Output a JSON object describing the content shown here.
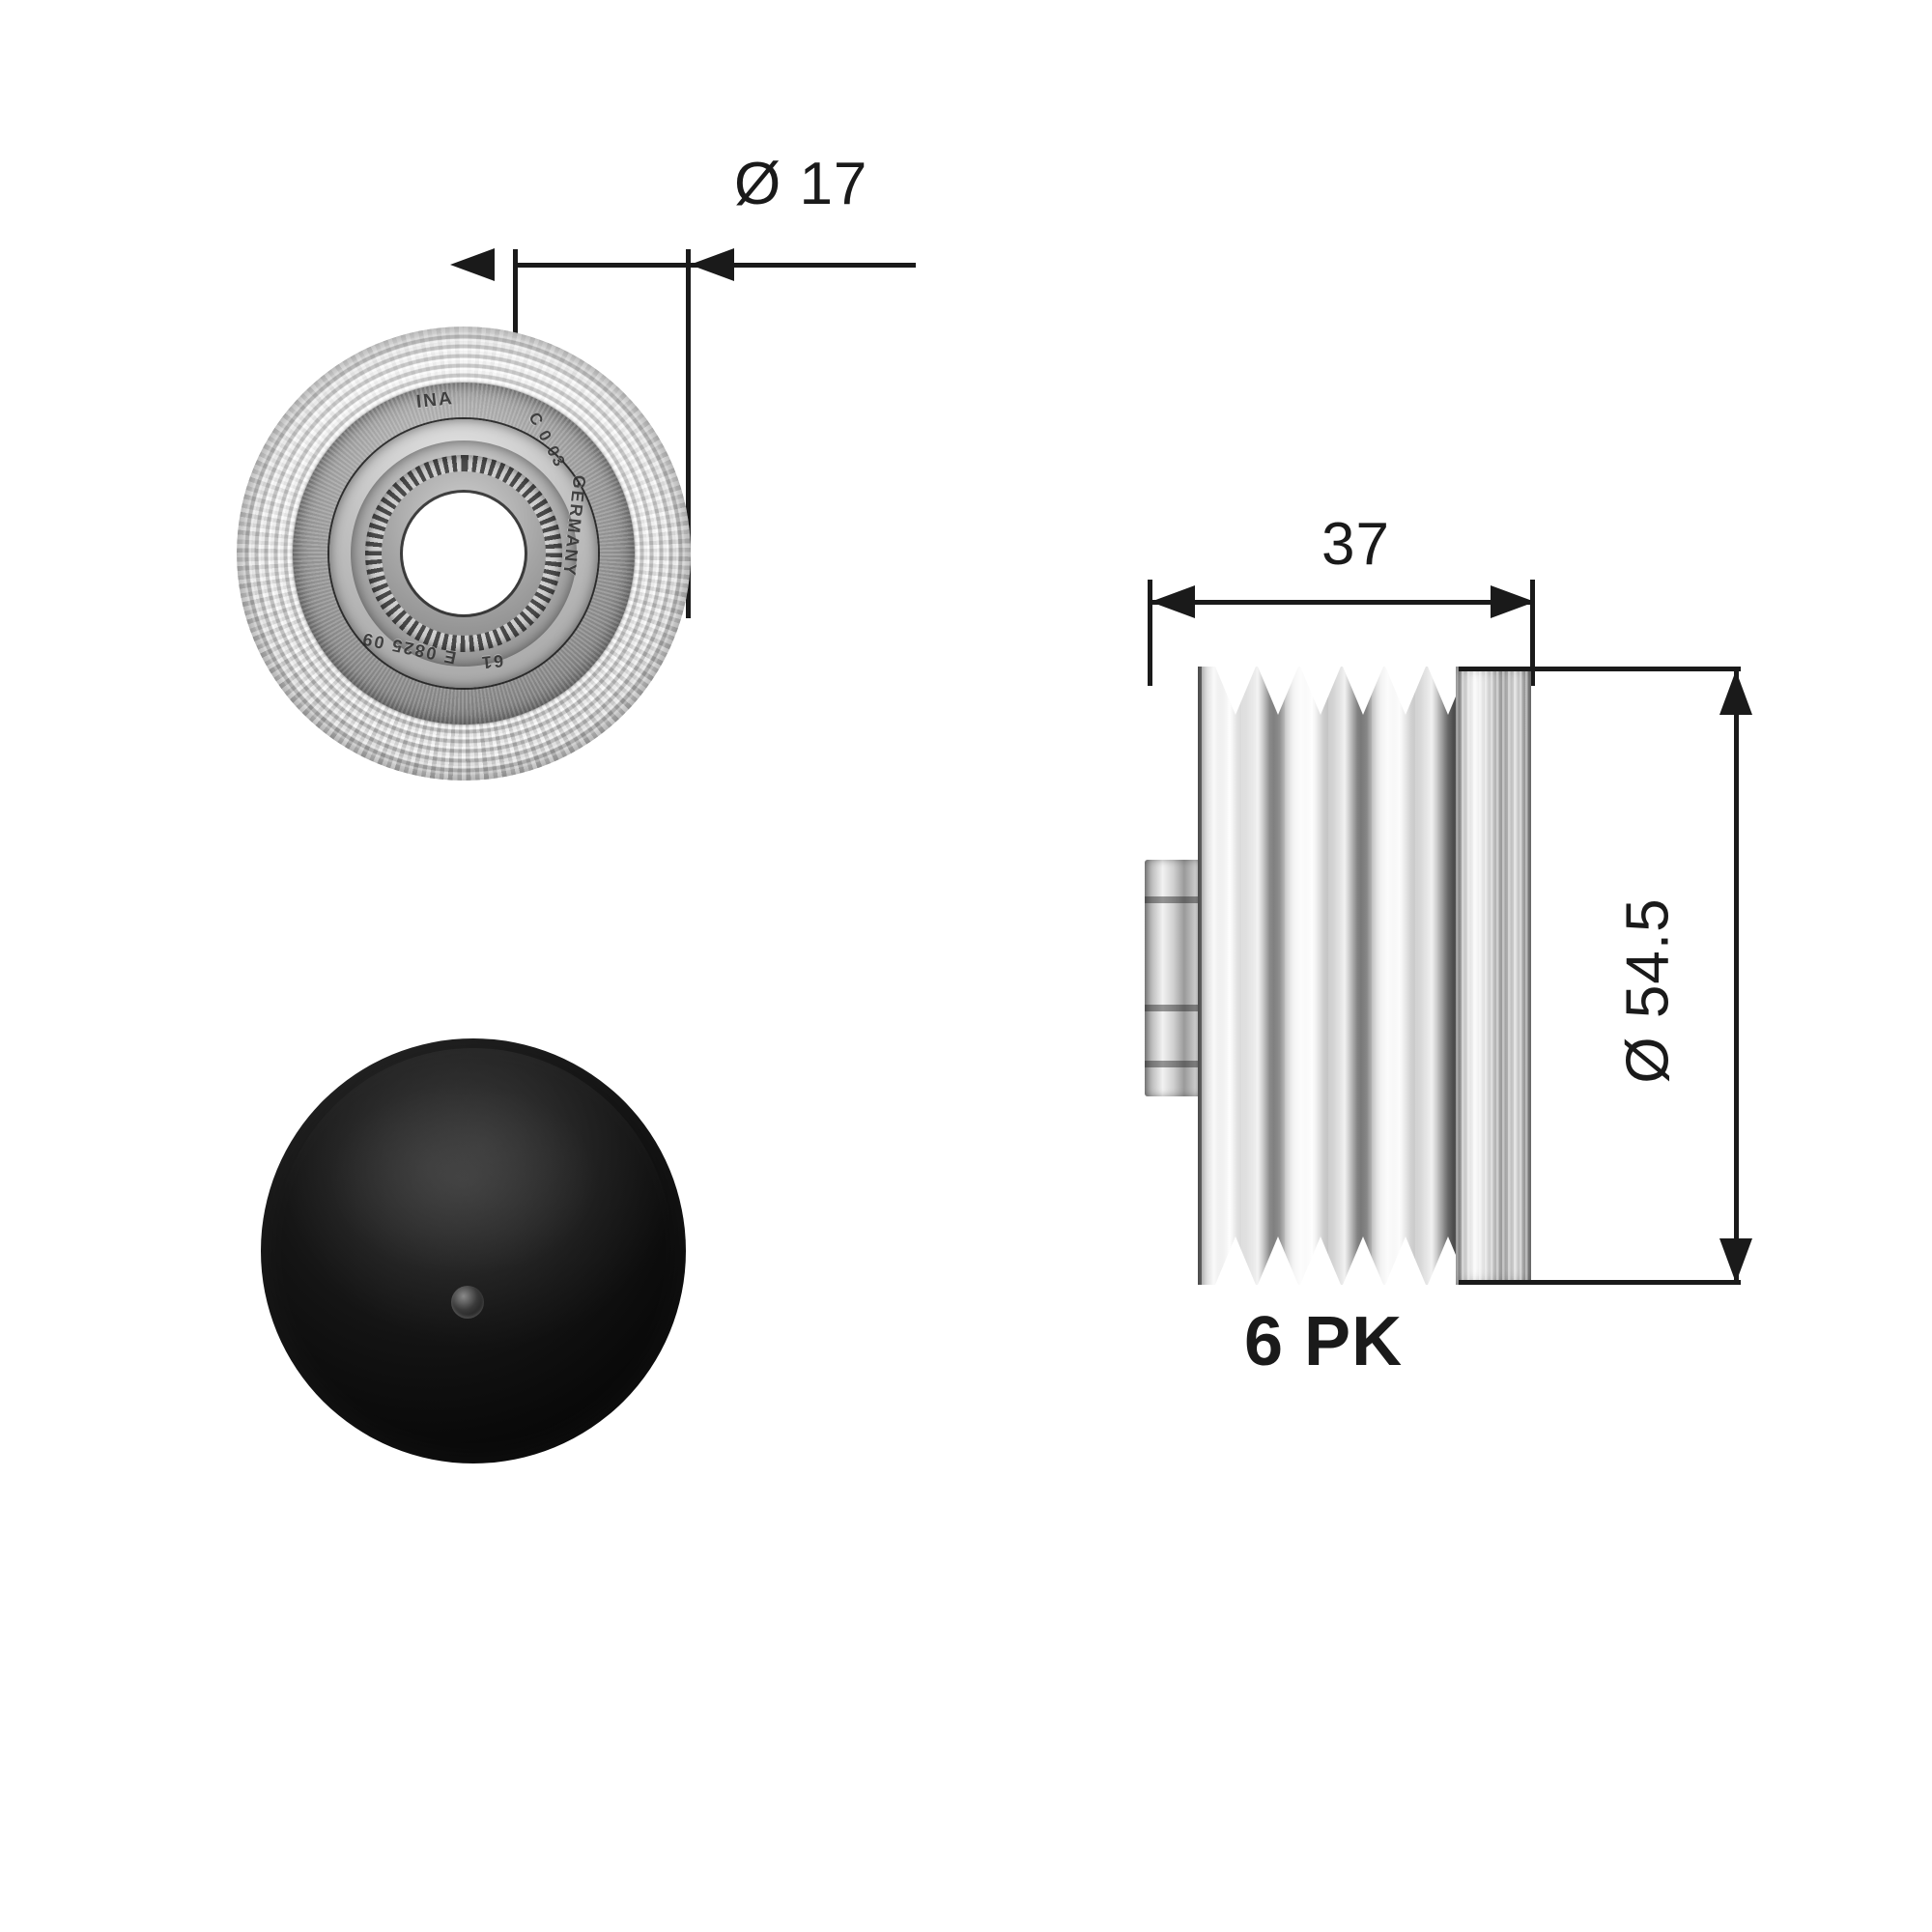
{
  "document": {
    "type": "technical-product-drawing",
    "subject": "alternator overrunning / freewheel pulley",
    "background_color": "#ffffff",
    "line_color": "#1a1a1a"
  },
  "dimensions": {
    "bore": {
      "label": "Ø 17",
      "value": 17,
      "symbol": "Ø",
      "unit": "mm",
      "view": "front",
      "orientation": "horizontal"
    },
    "width": {
      "label": "37",
      "value": 37,
      "unit": "mm",
      "view": "side",
      "orientation": "horizontal"
    },
    "outer_diameter": {
      "label": "Ø 54.5",
      "value": 54.5,
      "symbol": "Ø",
      "unit": "mm",
      "view": "side",
      "orientation": "vertical"
    }
  },
  "spec": {
    "belt_profile_label": "6 PK",
    "rib_count": 6,
    "profile_code": "PK"
  },
  "markings": {
    "brand": "INA",
    "country": "GERMANY",
    "code_upper": "C 0 03",
    "code_lower": "E 0825 09",
    "code_prefix": "61"
  },
  "parts": {
    "front_view_name": "pulley-front-face",
    "side_view_name": "pulley-side-profile",
    "cap_name": "protective-cap"
  },
  "icons": {
    "diameter_symbol": "diameter-icon",
    "arrow_left": "arrow-left-icon",
    "arrow_right": "arrow-right-icon",
    "arrow_up": "arrow-up-icon",
    "arrow_down": "arrow-down-icon"
  }
}
